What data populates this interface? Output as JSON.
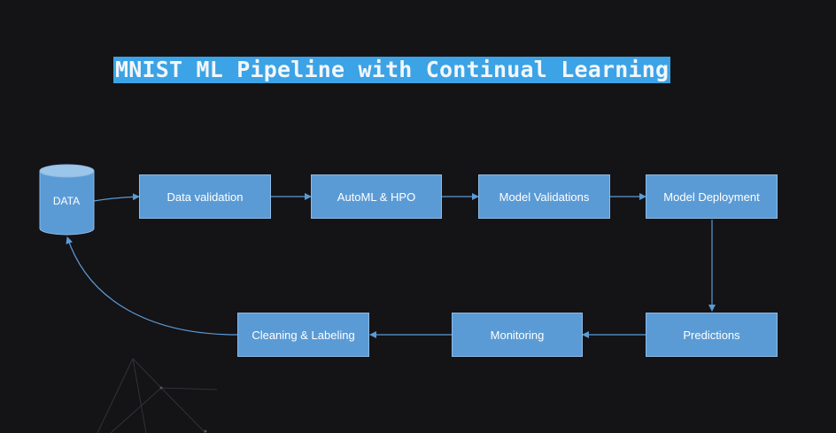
{
  "title": "MNIST ML Pipeline with Continual Learning",
  "colors": {
    "background": "#141316",
    "title_highlight": "#3ba3e6",
    "node_fill": "#5b9bd5",
    "connector": "#5b9bd5"
  },
  "nodes": {
    "data": "DATA",
    "data_validation": "Data validation",
    "automl_hpo": "AutoML & HPO",
    "model_validations": "Model Validations",
    "model_deployment": "Model Deployment",
    "predictions": "Predictions",
    "monitoring": "Monitoring",
    "cleaning_labeling": "Cleaning & Labeling"
  }
}
